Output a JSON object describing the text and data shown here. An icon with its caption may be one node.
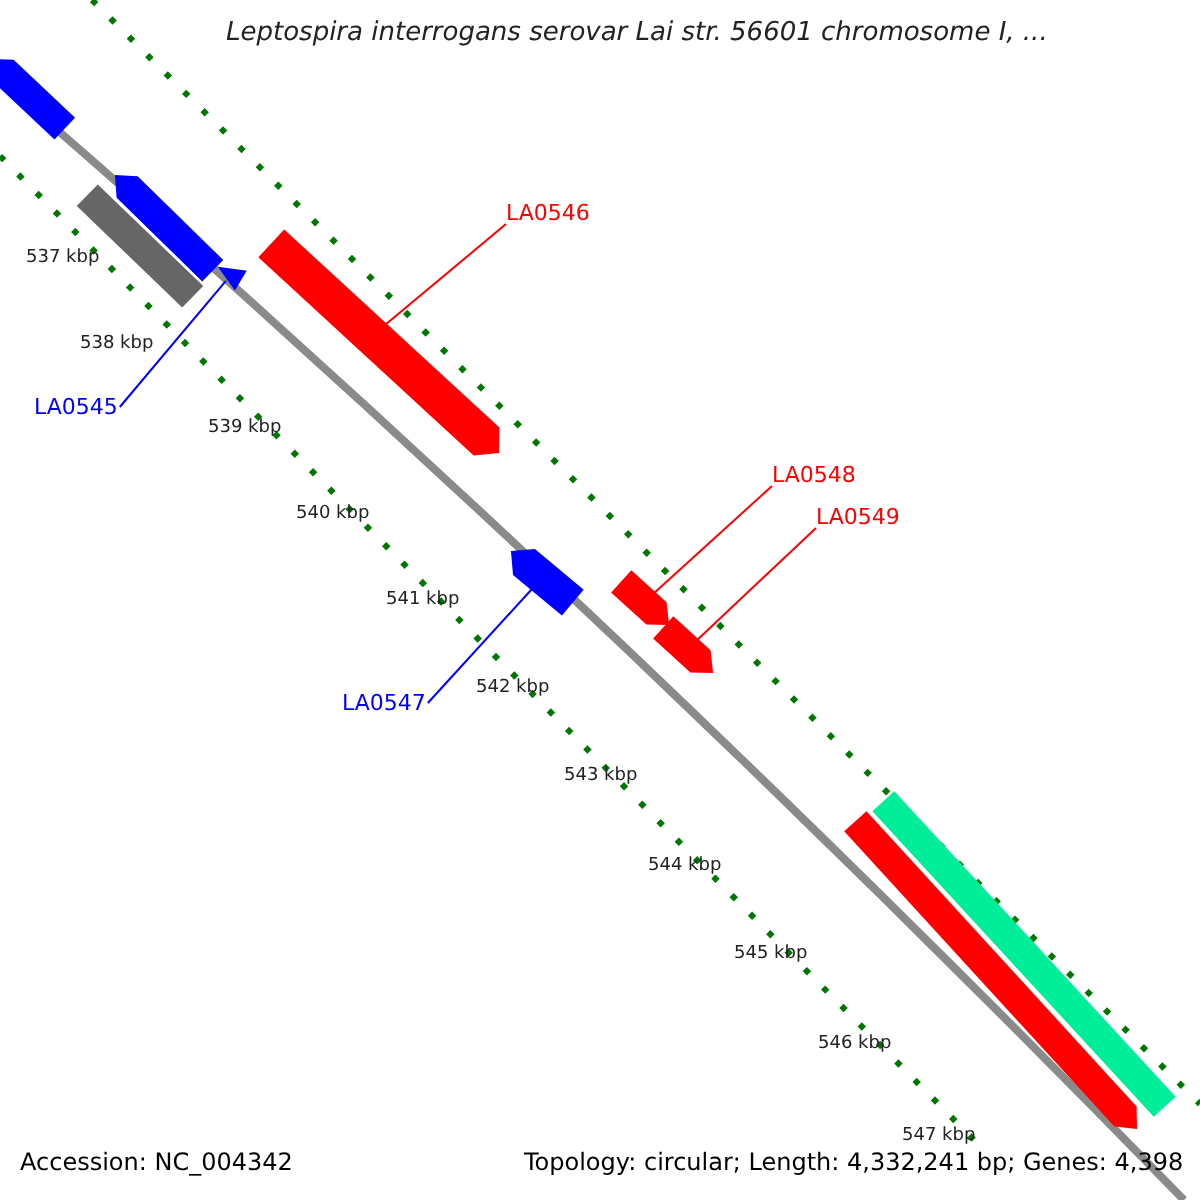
{
  "diagram": {
    "title": "Leptospira interrogans serovar Lai str. 56601 chromosome I, ...",
    "nodes": [
      {
        "text": [],
        "shape": "bar"
      },
      {
        "text": [],
        "shape": "bar"
      },
      {
        "text": [],
        "shape": "bar"
      },
      {
        "text": [],
        "shape": "bar"
      },
      {
        "text": [
          "LA0546"
        ]
      },
      {
        "text": [],
        "shape": "bar"
      },
      {
        "text": [
          "LA0545"
        ]
      },
      {
        "text": [
          "LA0548"
        ]
      },
      {
        "text": [
          "LA0549"
        ]
      },
      {
        "text": [],
        "shape": "bar"
      },
      {
        "text": [],
        "shape": "bar"
      },
      {
        "text": [],
        "shape": "bar"
      },
      {
        "text": [
          "LA0547"
        ]
      },
      {
        "text": [],
        "shape": "bar"
      },
      {
        "text": [],
        "shape": "bar"
      }
    ],
    "edges": [
      {
        "from": 4,
        "to": 5,
        "arrow": "none",
        "color": "#ff0000"
      },
      {
        "from": 6,
        "to": 3,
        "arrow": "none",
        "color": "#0000ff"
      },
      {
        "from": 7,
        "to": 10,
        "arrow": "none",
        "color": "#ff0000"
      },
      {
        "from": 8,
        "to": 11,
        "arrow": "none",
        "color": "#ff0000"
      },
      {
        "from": 12,
        "to": 9,
        "arrow": "none",
        "color": "#0000ff"
      }
    ],
    "labels": [
      "537 kbp",
      "538 kbp",
      "539 kbp",
      "540 kbp",
      "541 kbp",
      "542 kbp",
      "543 kbp",
      "544 kbp",
      "545 kbp",
      "546 kbp",
      "547 kbp",
      "Accession: NC_004342",
      "Topology: circular; Length: 4,332,241 bp; Genes: 4,398"
    ]
  }
}
